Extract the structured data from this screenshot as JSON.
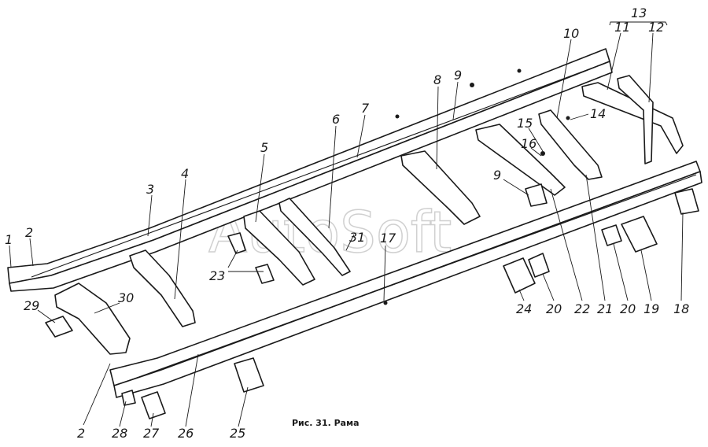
{
  "caption": "Рис. 31. Рама",
  "watermark": "AutoSoft",
  "callouts": [
    "1",
    "2",
    "3",
    "4",
    "5",
    "6",
    "7",
    "8",
    "9",
    "10",
    "11",
    "12",
    "13",
    "14",
    "15",
    "16",
    "9",
    "17",
    "31",
    "23",
    "29",
    "30",
    "2",
    "28",
    "27",
    "26",
    "25",
    "24",
    "20",
    "22",
    "21",
    "20",
    "19",
    "18"
  ]
}
